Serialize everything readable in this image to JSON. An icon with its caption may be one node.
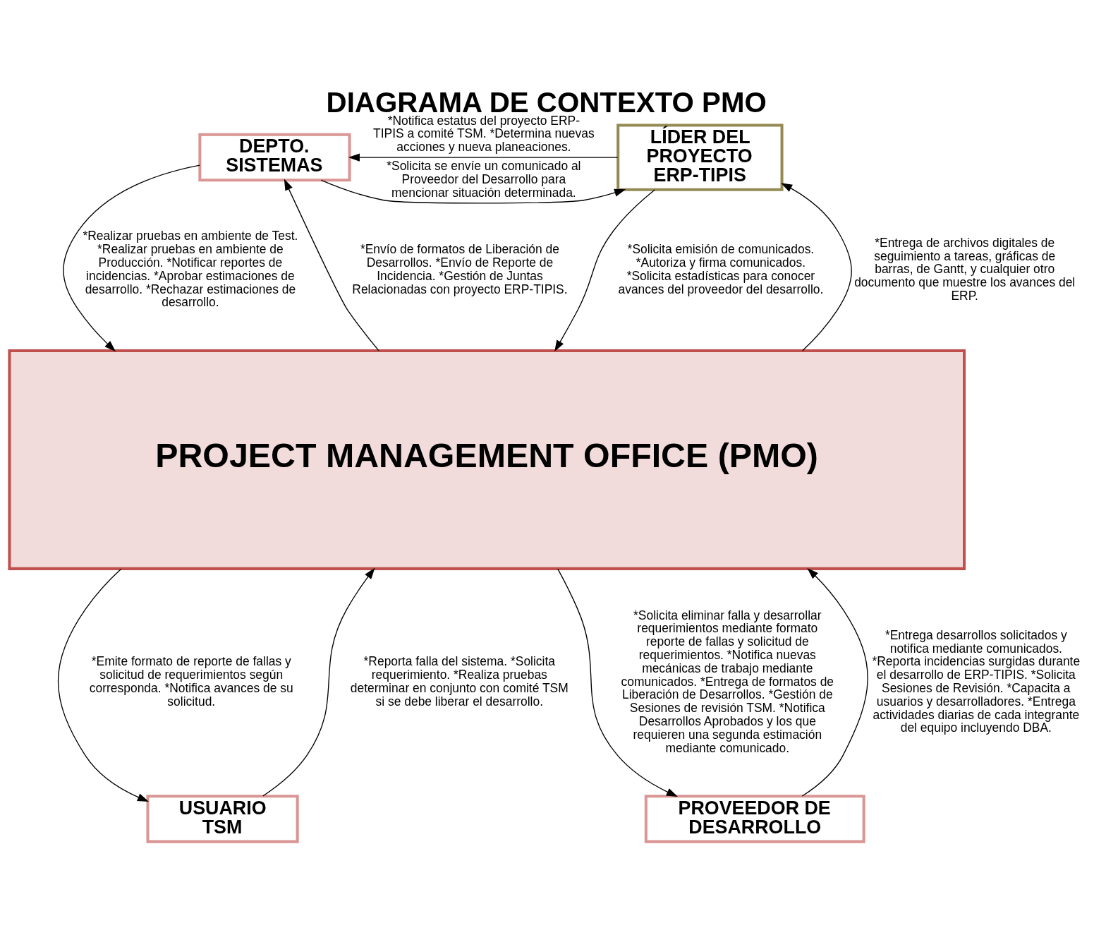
{
  "diagram": {
    "title": "DIAGRAMA DE CONTEXTO PMO",
    "nodes": [
      {
        "text": [
          "DEPTO. SISTEMAS"
        ]
      },
      {
        "text": [
          "LÍDER DEL PROYECTO ERP-TIPIS"
        ]
      },
      {
        "text": [
          "PROJECT MANAGEMENT OFFICE (PMO)"
        ]
      },
      {
        "text": [
          "USUARIO TSM"
        ]
      },
      {
        "text": [
          "PROVEEDOR DE DESARROLLO"
        ]
      }
    ],
    "edges": [
      {
        "from": 1,
        "to": 0,
        "arrow": "to",
        "label": "*Notifica estatus del proyecto ERP-TIPIS a comité TSM. *Determina nuevas acciones y nueva planeaciones."
      },
      {
        "from": 0,
        "to": 1,
        "arrow": "to",
        "label": "*Solicita se envíe un comunicado al Proveedor del Desarrollo para mencionar situación determinada."
      },
      {
        "from": 0,
        "to": 2,
        "arrow": "to",
        "label": "*Realizar pruebas en ambiente de Test. *Realizar pruebas en ambiente de Producción. *Notificar reportes de incidencias. *Aprobar estimaciones de desarrollo. *Rechazar estimaciones de desarrollo."
      },
      {
        "from": 2,
        "to": 0,
        "arrow": "to",
        "label": "*Envío de formatos de Liberación de Desarrollos. *Envío de Reporte de Incidencia. *Gestión de Juntas Relacionadas con proyecto ERP-TIPIS."
      },
      {
        "from": 2,
        "to": 1,
        "arrow": "to",
        "label": "*Entrega de archivos digitales de seguimiento a tareas, gráficas de barras, de Gantt, y cualquier otro documento que muestre los avances del ERP."
      },
      {
        "from": 1,
        "to": 2,
        "arrow": "to",
        "label": "*Solicita emisión de comunicados. *Autoriza y firma comunicados. *Solicita estadísticas para conocer avances del proveedor del desarrollo."
      },
      {
        "from": 3,
        "to": 2,
        "arrow": "to",
        "label": "*Reporta falla del sistema. *Solicita requerimiento. *Realiza pruebas determinar en conjunto con comité TSM si se debe liberar el desarrollo."
      },
      {
        "from": 2,
        "to": 3,
        "arrow": "to",
        "label": "*Emite formato de reporte de fallas y solicitud de requerimientos según corresponda. *Notifica avances de su solicitud."
      },
      {
        "from": 2,
        "to": 4,
        "arrow": "to",
        "label": "*Solicita eliminar falla y desarrollar requerimientos mediante formato reporte de fallas y solicitud de requerimientos. *Notifica nuevas mecánicas de trabajo mediante comunicados. *Entrega de formatos de Liberación de Desarrollos. *Gestión de Sesiones de revisión TSM. *Notifica Desarrollos Aprobados y los que requieren una segunda estimación mediante comunicado."
      },
      {
        "from": 4,
        "to": 2,
        "arrow": "to",
        "label": "*Entrega desarrollos solicitados y notifica mediante comunicados. *Reporta incidencias surgidas durante el desarrollo de ERP-TIPIS. *Solicita Sesiones de Revisión. *Capacita a usuarios y desarrolladores. *Entrega actividades diarias de cada integrante del equipo incluyendo DBA."
      }
    ]
  }
}
